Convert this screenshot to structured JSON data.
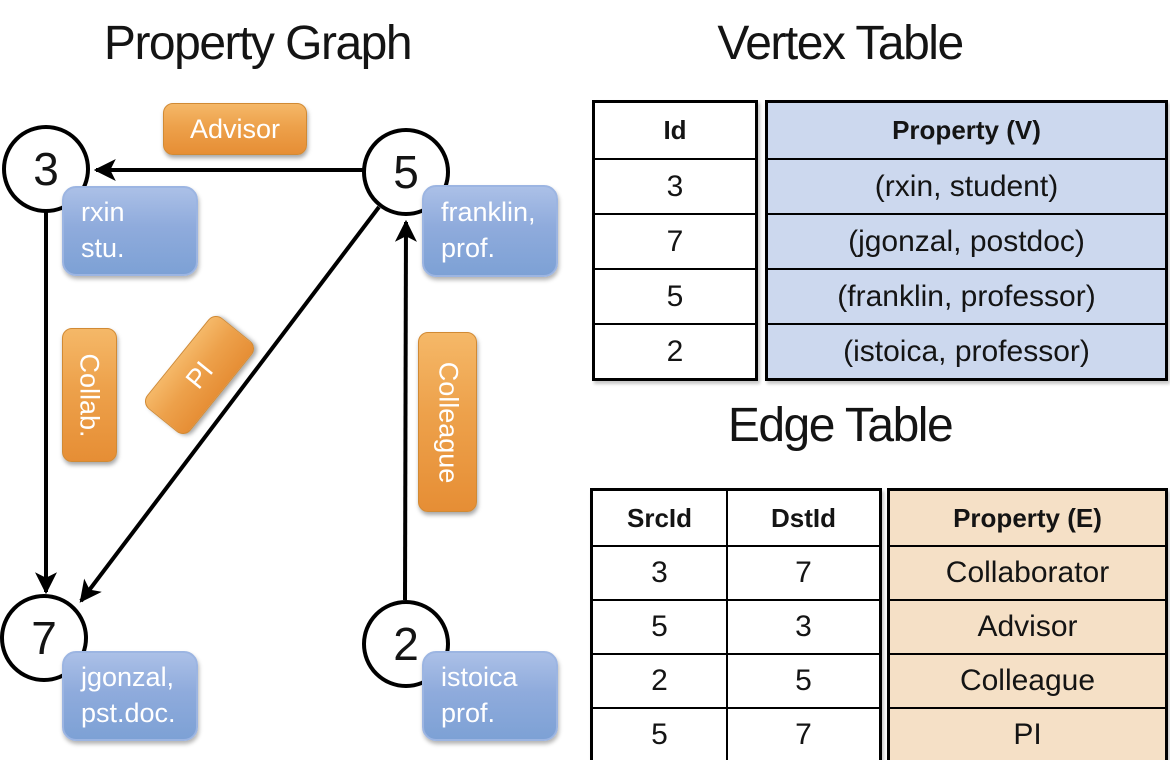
{
  "graph": {
    "title": "Property Graph",
    "nodes": [
      {
        "id": "3"
      },
      {
        "id": "5"
      },
      {
        "id": "7"
      },
      {
        "id": "2"
      }
    ],
    "vertex_labels": [
      {
        "line1": "rxin",
        "line2": "stu."
      },
      {
        "line1": "franklin,",
        "line2": "prof."
      },
      {
        "line1": "jgonzal,",
        "line2": "pst.doc."
      },
      {
        "line1": "istoica",
        "line2": "prof."
      }
    ],
    "edge_labels": {
      "advisor": "Advisor",
      "collab": "Collab.",
      "pi": "PI",
      "colleague": "Colleague"
    }
  },
  "vertex_table": {
    "title": "Vertex Table",
    "columns": {
      "id": "Id",
      "property": "Property (V)"
    },
    "rows": [
      {
        "id": "3",
        "property": "(rxin, student)"
      },
      {
        "id": "7",
        "property": "(jgonzal, postdoc)"
      },
      {
        "id": "5",
        "property": "(franklin, professor)"
      },
      {
        "id": "2",
        "property": "(istoica, professor)"
      }
    ]
  },
  "edge_table": {
    "title": "Edge Table",
    "columns": {
      "src": "SrcId",
      "dst": "DstId",
      "property": "Property (E)"
    },
    "rows": [
      {
        "src": "3",
        "dst": "7",
        "property": "Collaborator"
      },
      {
        "src": "5",
        "dst": "3",
        "property": "Advisor"
      },
      {
        "src": "2",
        "dst": "5",
        "property": "Colleague"
      },
      {
        "src": "5",
        "dst": "7",
        "property": "PI"
      }
    ]
  },
  "colors": {
    "edge_label_orange": "#eda14b",
    "vertex_label_blue": "#8fabdc",
    "vertex_cell_bg": "#ccd8ee",
    "edge_cell_bg": "#f5e0c6",
    "line_black": "#000000"
  }
}
